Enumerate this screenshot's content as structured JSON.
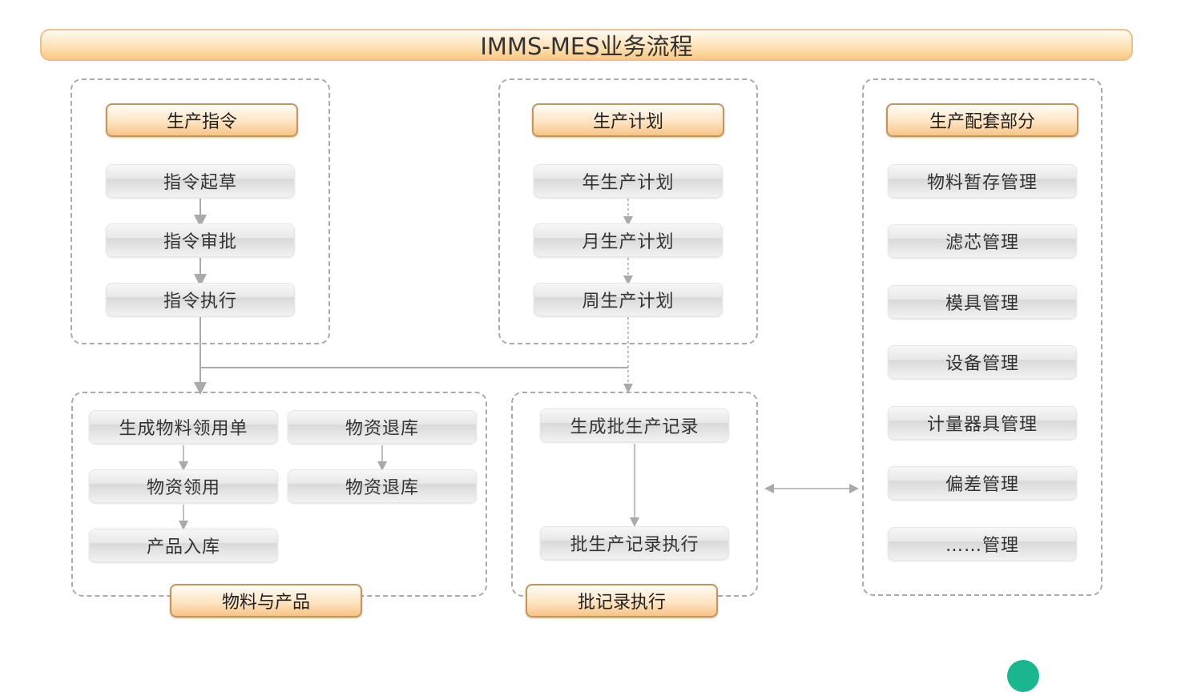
{
  "title": "IMMS-MES业务流程",
  "instruction": {
    "header": "生产指令",
    "items": [
      "指令起草",
      "指令审批",
      "指令执行"
    ]
  },
  "plan": {
    "header": "生产计划",
    "items": [
      "年生产计划",
      "月生产计划",
      "周生产计划"
    ]
  },
  "support": {
    "header": "生产配套部分",
    "items": [
      "物料暂存管理",
      "滤芯管理",
      "模具管理",
      "设备管理",
      "计量器具管理",
      "偏差管理",
      "……管理"
    ]
  },
  "materials": {
    "header": "物料与产品",
    "left_items": [
      "生成物料领用单",
      "物资领用",
      "产品入库"
    ],
    "right_items": [
      "物资退库",
      "物资退库"
    ]
  },
  "batch": {
    "header": "批记录执行",
    "items": [
      "生成批生产记录",
      "批生产记录执行"
    ]
  },
  "colors": {
    "header_border": "#c99458",
    "title_border": "#f1c088",
    "dashed_border": "#aaaaaa",
    "connector": "#aaaaaa",
    "logo": "#19b68f"
  }
}
